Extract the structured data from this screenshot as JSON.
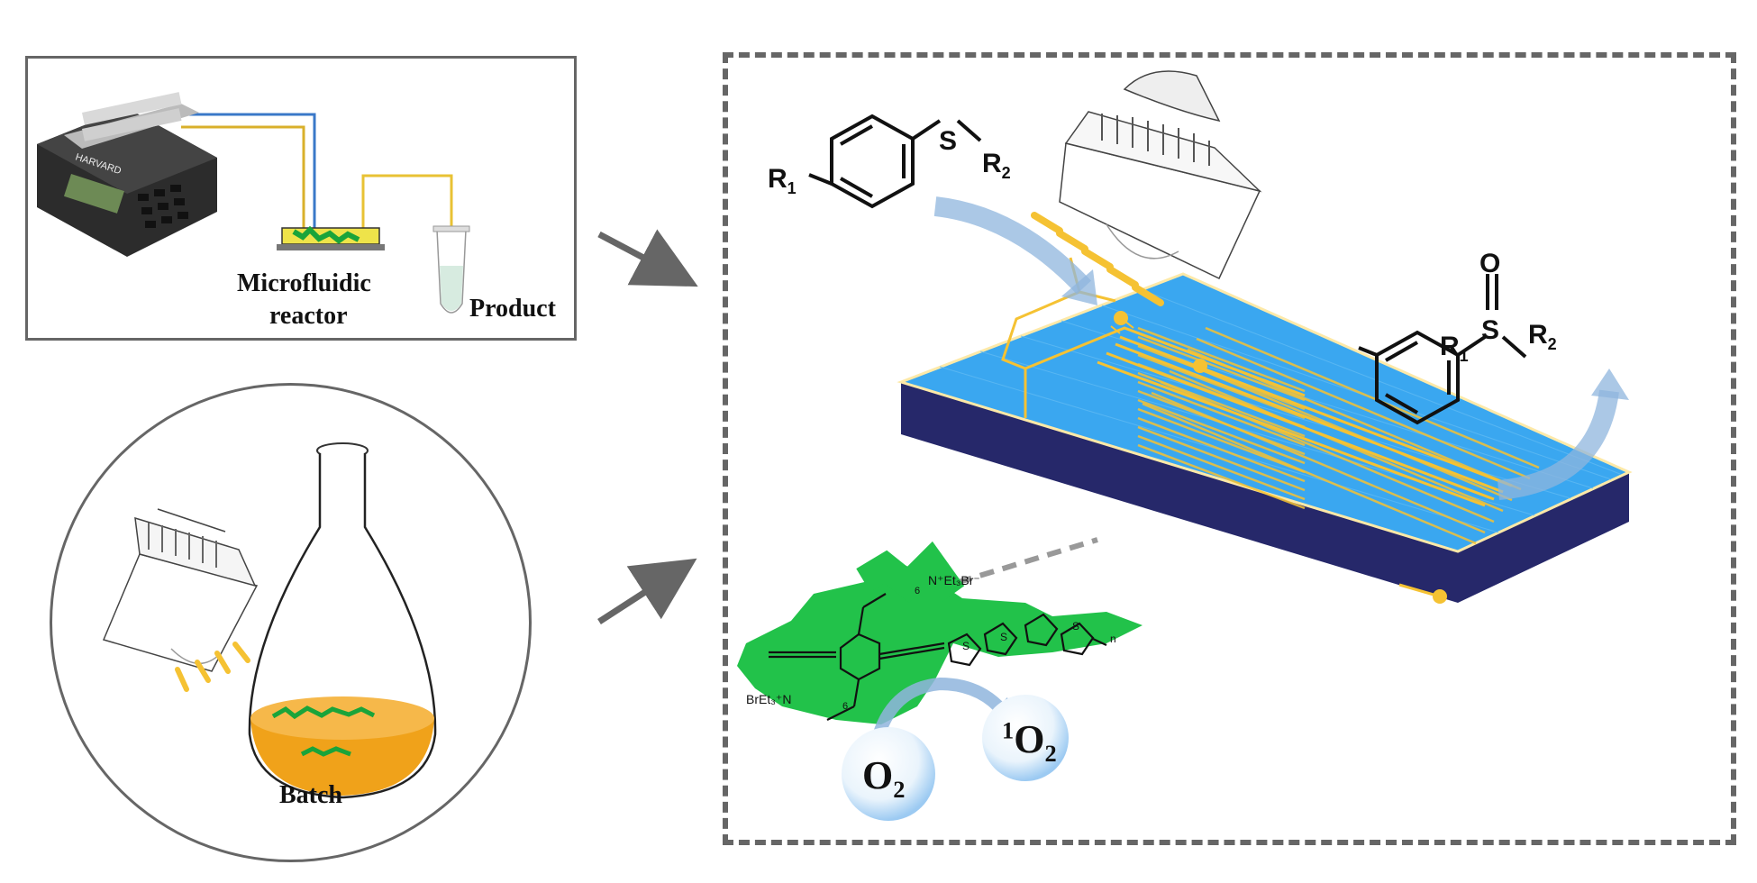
{
  "flow_panel": {
    "microfluidic_label": "Microfluidic",
    "reactor_label": "reactor",
    "product_label": "Product",
    "pump_brand": "HARVARD"
  },
  "batch_panel": {
    "batch_label": "Batch"
  },
  "reaction": {
    "reactant": {
      "r1": "R",
      "r1_sub": "1",
      "s": "S",
      "r2": "R",
      "r2_sub": "2"
    },
    "product": {
      "r1": "R",
      "r1_sub": "1",
      "s": "S",
      "o": "O",
      "r2": "R",
      "r2_sub": "2"
    }
  },
  "polymer": {
    "top_chain": "N⁺Et₃Br⁻",
    "bottom_chain": "BrEt₃⁺N",
    "repeat_top": "6",
    "repeat_bottom": "6",
    "n": "n",
    "thiophene_s": "S"
  },
  "oxygen": {
    "o2_label": "O",
    "o2_sub": "2",
    "singlet_sup": "1",
    "singlet_label": "O",
    "singlet_sub": "2"
  },
  "colors": {
    "frame": "#555555",
    "chip_top": "#3aa7f0",
    "chip_side": "#26286a",
    "channel": "#f5c233",
    "polymer": "#22c24a",
    "arrow": "#8fb5dd",
    "light": "#f5c233",
    "solution": "#f0a21a"
  }
}
